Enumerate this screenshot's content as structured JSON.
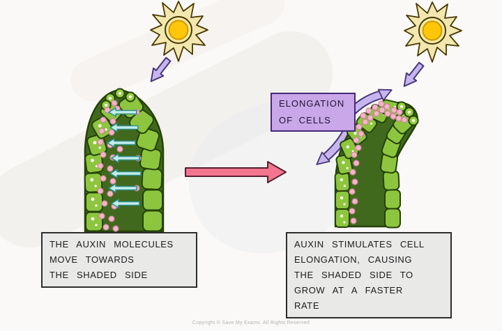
{
  "diagram": {
    "stage1": {
      "caption_lines": [
        "THE AUXIN MOLECULES",
        "MOVE TOWARDS",
        "THE SHADED SIDE"
      ]
    },
    "stage2": {
      "elongation_label_lines": [
        "ELONGATION",
        "OF CELLS"
      ],
      "caption_lines": [
        "AUXIN STIMULATES CELL",
        "ELONGATION, CAUSING",
        "THE SHADED SIDE TO",
        "GROW AT A FASTER",
        "RATE"
      ]
    },
    "icons": {
      "sun": "sun-icon",
      "light_direction_arrow": "purple-arrow-from-sun-icon",
      "transition_arrow": "pink-right-arrow-icon",
      "elongation_curved_arrows": "purple-curved-arrow-icon",
      "auxin_molecule": "pink-dot",
      "auxin_movement_arrow": "cyan-left-arrow-icon"
    },
    "colors": {
      "cell_green": "#8dc63e",
      "interior_green": "#41691d",
      "auxin_pink": "#f3b7c4",
      "movement_cyan": "#c4edea",
      "transition_pink": "#f4758f",
      "purple_fill": "#c7b5ef",
      "sun_core": "#ffc60a",
      "elongation_box_bg": "#c9a7e8",
      "caption_box_bg": "#e9e9e8"
    },
    "footer": {
      "copyright": "Copyright © Save My Exams. All Rights Reserved"
    }
  }
}
